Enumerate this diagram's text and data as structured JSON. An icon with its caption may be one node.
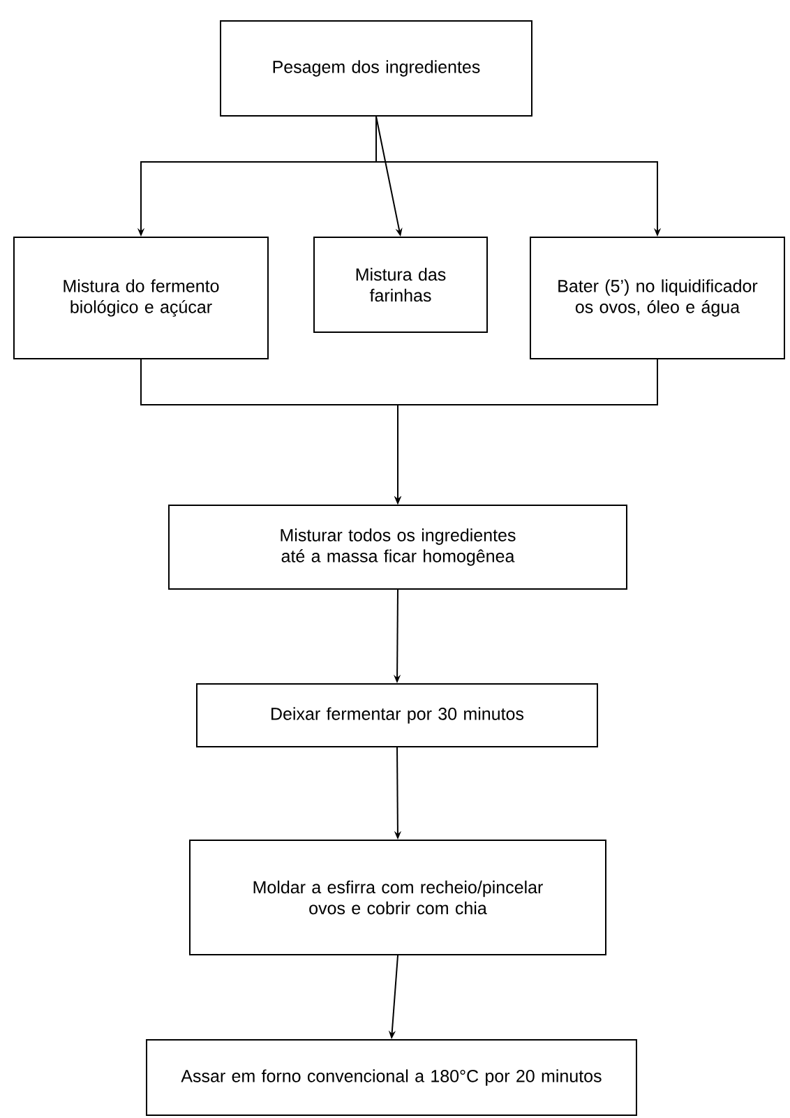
{
  "diagram": {
    "nodes": [
      {
        "text": [
          "Pesagem dos ingredientes"
        ]
      },
      {
        "text": [
          "Mistura do fermento biológico e açúcar"
        ]
      },
      {
        "text": [
          "Mistura das farinhas"
        ]
      },
      {
        "text": [
          "Bater (5’) no liquidificador os ovos, óleo e água"
        ]
      },
      {
        "text": [
          "Misturar todos os ingredientes até a massa ficar homogênea"
        ]
      },
      {
        "text": [
          "Deixar fermentar por 30 minutos"
        ]
      },
      {
        "text": [
          "Moldar a esfirra com recheio/pincelar ovos e cobrir com chia"
        ]
      },
      {
        "text": [
          "Assar em forno convencional a 180°C por 20 minutos"
        ]
      }
    ],
    "edges": [
      {
        "from": 0,
        "to": 1,
        "arrow": "to"
      },
      {
        "from": 0,
        "to": 2,
        "arrow": "to"
      },
      {
        "from": 0,
        "to": 3,
        "arrow": "to"
      },
      {
        "from": 1,
        "to": 4,
        "arrow": "to"
      },
      {
        "from": 3,
        "to": 4,
        "arrow": "to"
      },
      {
        "from": 4,
        "to": 5,
        "arrow": "to"
      },
      {
        "from": 5,
        "to": 6,
        "arrow": "to"
      },
      {
        "from": 6,
        "to": 7,
        "arrow": "to"
      }
    ]
  }
}
